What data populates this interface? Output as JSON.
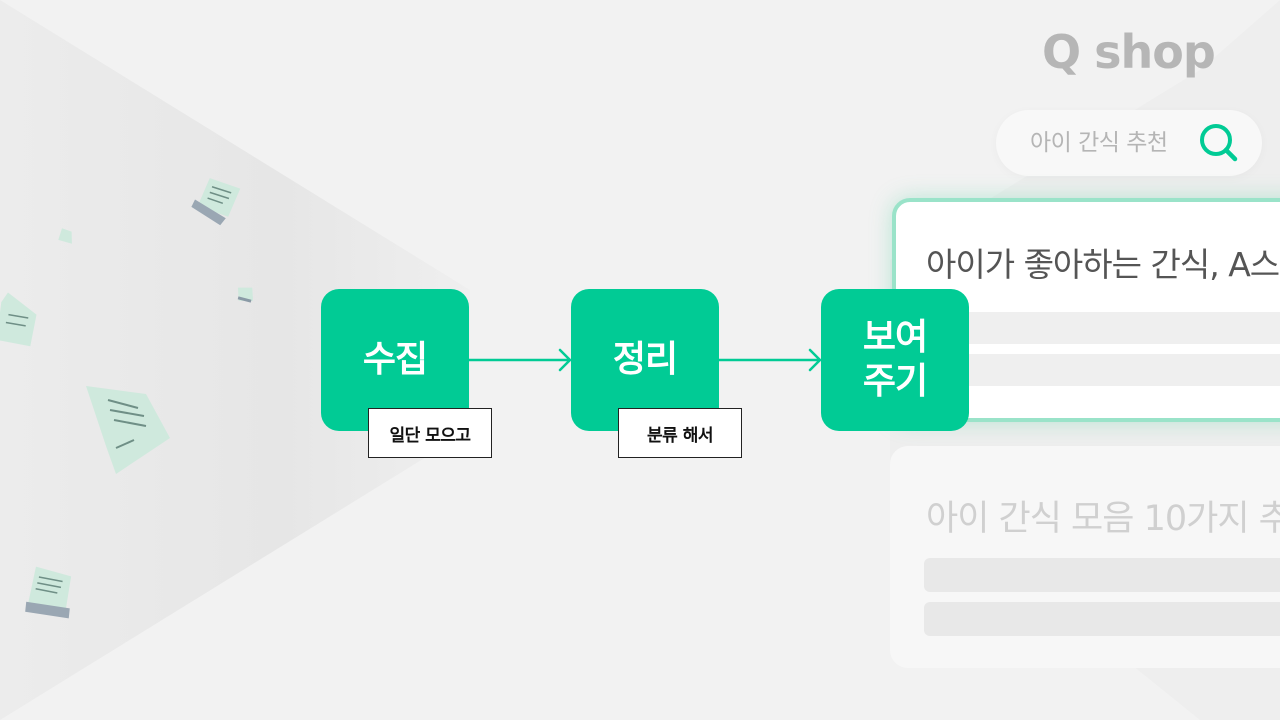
{
  "brand": {
    "logo_q": "Q",
    "logo_text": "shop"
  },
  "search": {
    "placeholder": "아이 간식 추천",
    "icon": "search-icon"
  },
  "steps": [
    {
      "label": "수집",
      "note": "일단 모으고"
    },
    {
      "label": "정리",
      "note": "분류 해서"
    },
    {
      "label_line1": "보여",
      "label_line2": "주기"
    }
  ],
  "results": [
    {
      "title": "아이가 좋아하는 간식, A스"
    },
    {
      "title": "아이 간식 모음 10가지 추"
    }
  ],
  "colors": {
    "accent": "#01cb95",
    "accent_border": "#9ae3c9",
    "logo": "#b6b6b6",
    "paper": "#cfe9dd"
  }
}
